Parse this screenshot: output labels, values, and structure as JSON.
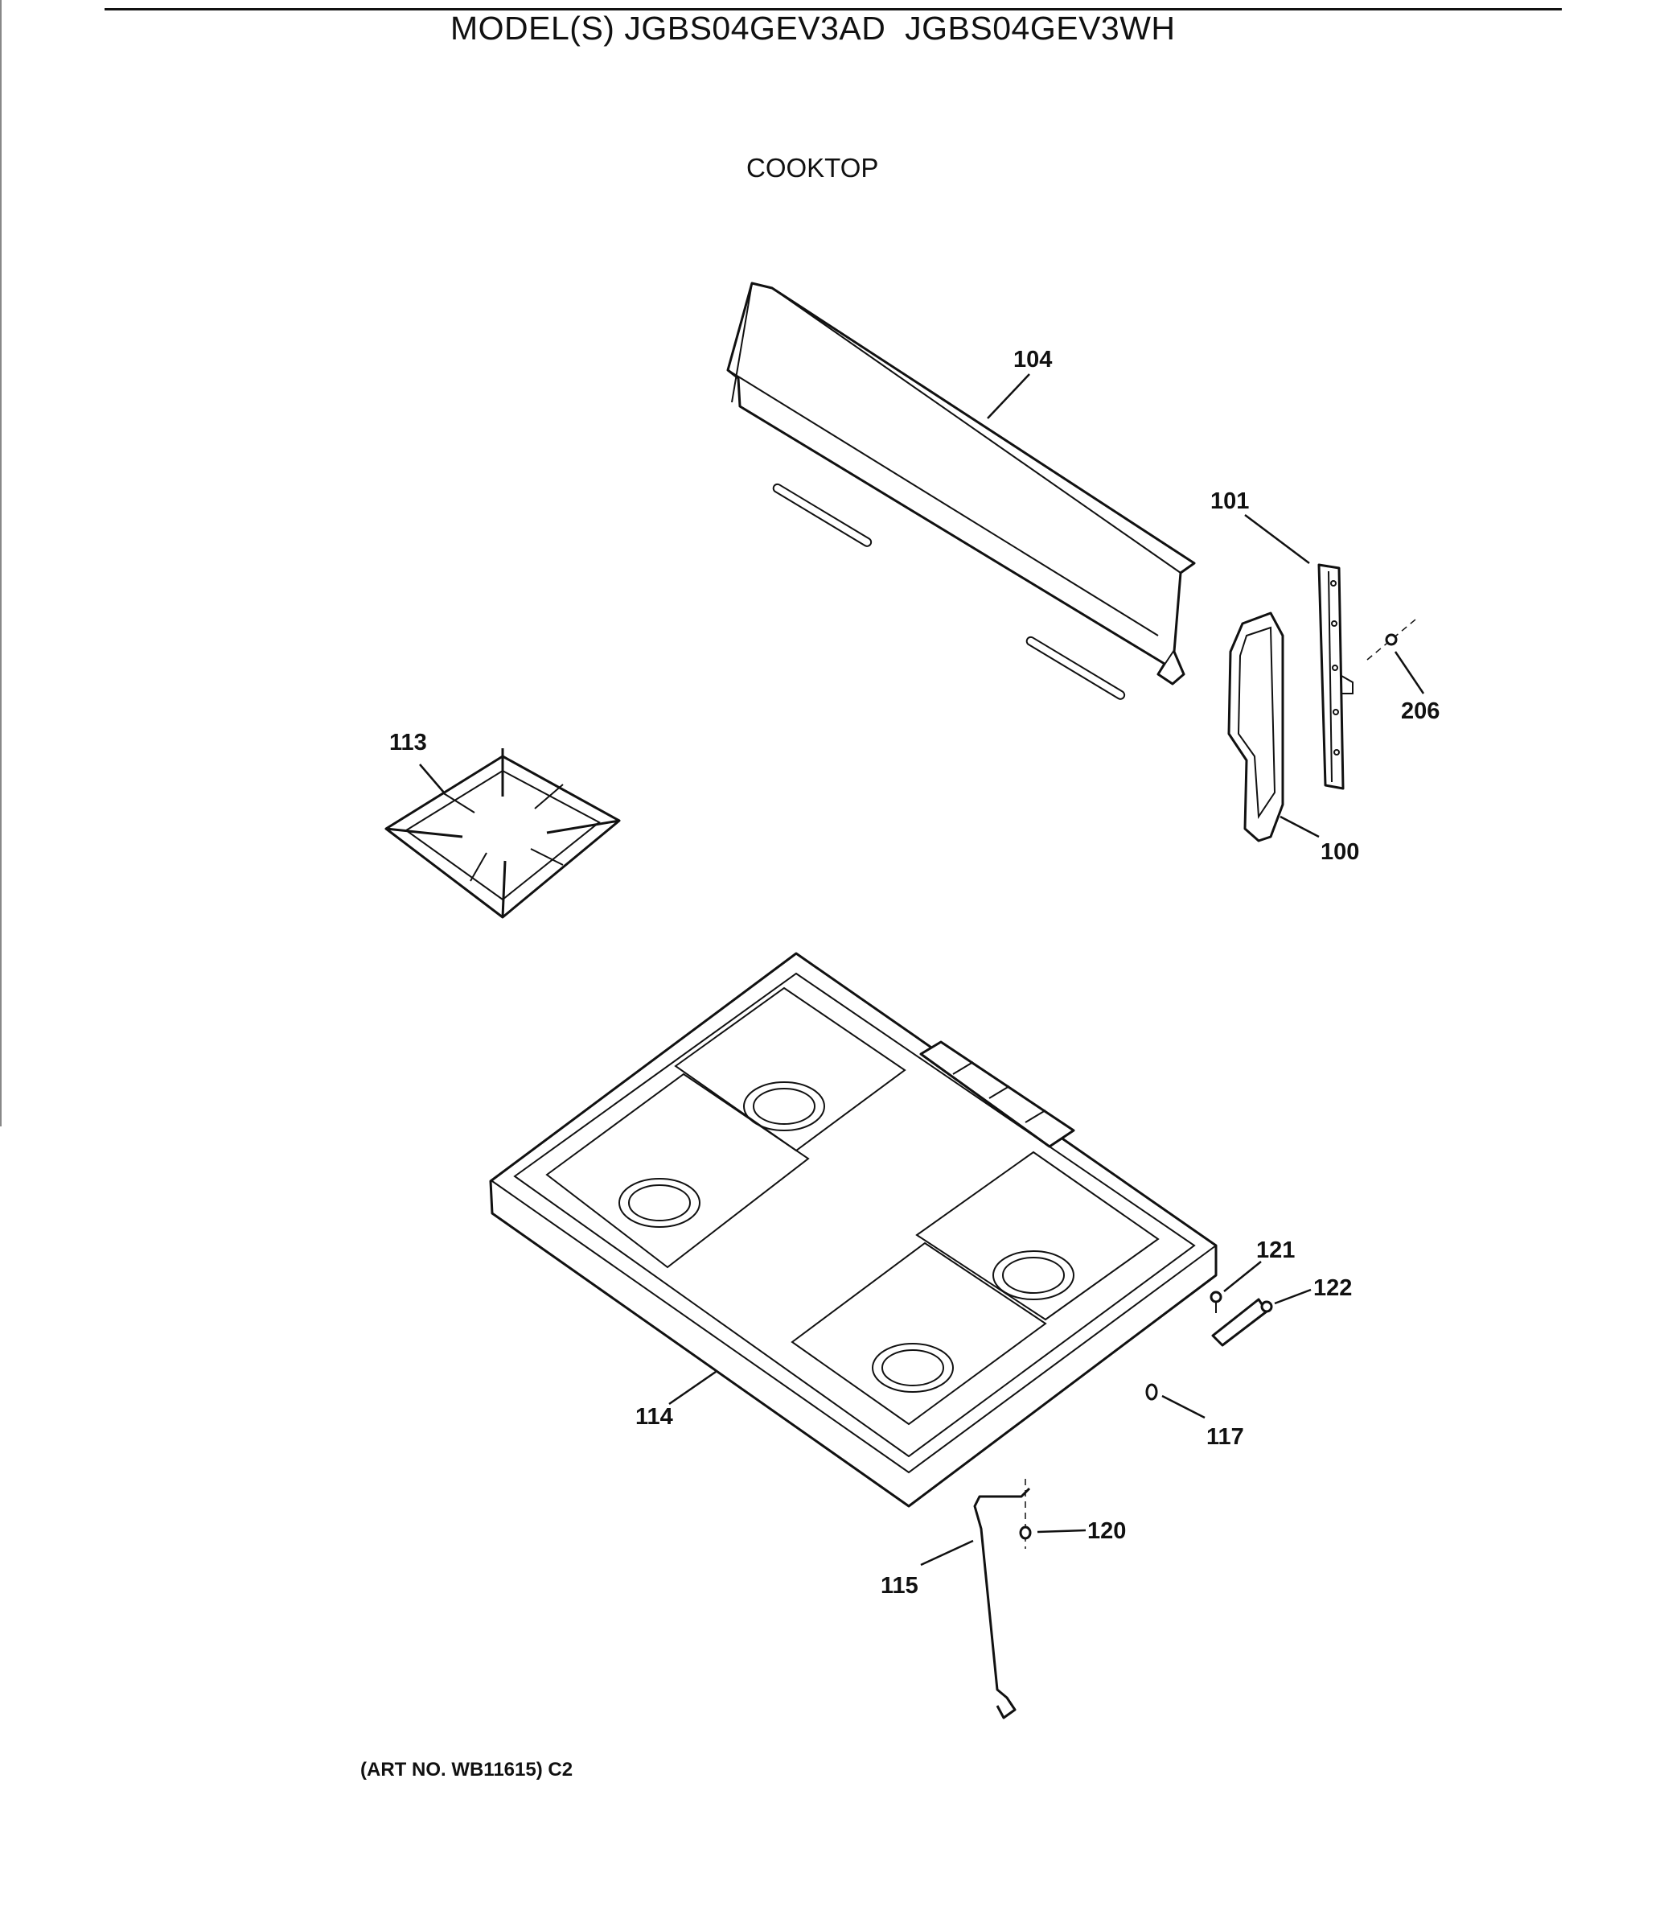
{
  "header": {
    "model_title": "MODEL(S) JGBS04GEV3AD  JGBS04GEV3WH",
    "section_title": "COOKTOP"
  },
  "footer": {
    "art_number": "(ART NO. WB11615) C2"
  },
  "callouts": {
    "backsplash": "104",
    "end_cap_bracket": "101",
    "screw": "206",
    "end_cap": "100",
    "grate": "113",
    "cooktop": "114",
    "screw_121": "121",
    "bracket_122": "122",
    "clip_117": "117",
    "nut_120": "120",
    "support_rod": "115"
  }
}
